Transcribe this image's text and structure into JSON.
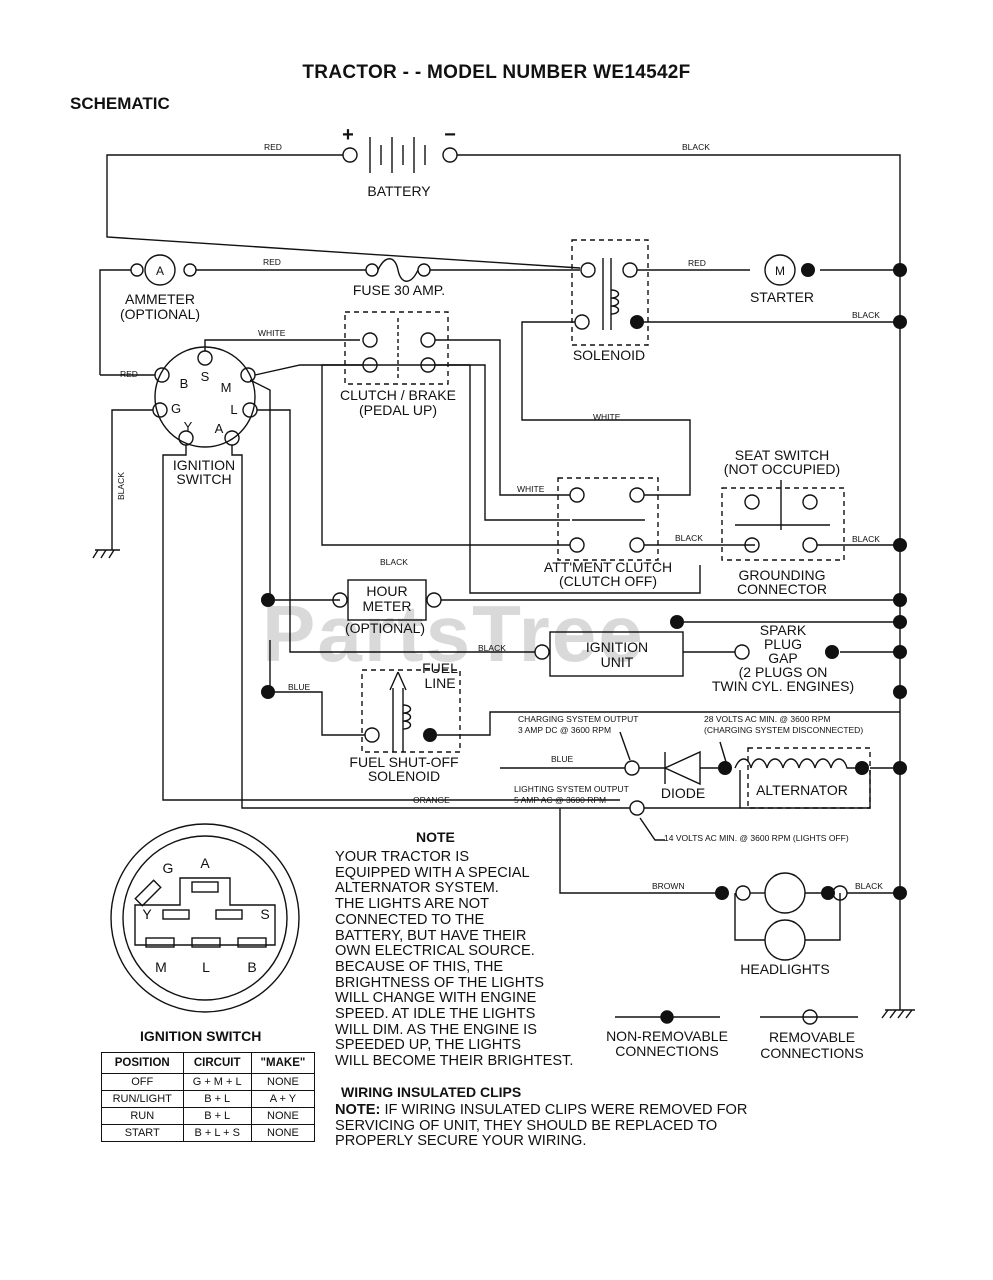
{
  "title": "TRACTOR - - MODEL NUMBER WE14542F",
  "section": "SCHEMATIC",
  "watermark": "PartsTree",
  "components": {
    "battery": "BATTERY",
    "ammeter": "AMMETER",
    "ammeter_optional": "(OPTIONAL)",
    "fuse": "FUSE 30 AMP.",
    "solenoid": "SOLENOID",
    "starter": "STARTER",
    "clutch_brake": "CLUTCH / BRAKE",
    "clutch_brake_sub": "(PEDAL UP)",
    "ignition_switch_1": "IGNITION",
    "ignition_switch_2": "SWITCH",
    "seat_switch": "SEAT SWITCH",
    "seat_switch_sub": "(NOT OCCUPIED)",
    "attment_clutch": "ATT'MENT CLUTCH",
    "attment_clutch_sub": "(CLUTCH OFF)",
    "grounding_1": "GROUNDING",
    "grounding_2": "CONNECTOR",
    "hour_meter_1": "HOUR",
    "hour_meter_2": "METER",
    "hour_meter_sub": "(OPTIONAL)",
    "ignition_unit_1": "IGNITION",
    "ignition_unit_2": "UNIT",
    "spark_1": "SPARK",
    "spark_2": "PLUG",
    "spark_3": "GAP",
    "spark_4": "(2 PLUGS ON",
    "spark_5": "TWIN CYL. ENGINES)",
    "fuel_1": "FUEL",
    "fuel_2": "LINE",
    "fuel_sol_1": "FUEL SHUT-OFF",
    "fuel_sol_2": "SOLENOID",
    "diode": "DIODE",
    "alternator": "ALTERNATOR",
    "headlights": "HEADLIGHTS",
    "charge_out_1": "CHARGING SYSTEM OUTPUT",
    "charge_out_2": "3 AMP DC @ 3600 RPM",
    "ac28_1": "28 VOLTS AC MIN. @ 3600 RPM",
    "ac28_2": "(CHARGING SYSTEM DISCONNECTED)",
    "light_out_1": "LIGHTING SYSTEM OUTPUT",
    "light_out_2": "5 AMP AC @ 3600 RPM",
    "ac14": "14 VOLTS AC MIN. @ 3600 RPM (LIGHTS OFF)",
    "plus": "+",
    "minus": "−"
  },
  "terminals": {
    "b": "B",
    "s": "S",
    "m": "M",
    "g": "G",
    "l": "L",
    "y": "Y",
    "a": "A",
    "meter_a": "A",
    "starter_m": "M"
  },
  "wire_colors": {
    "red": "RED",
    "black": "BLACK",
    "white": "WHITE",
    "blue": "BLUE",
    "orange": "ORANGE",
    "brown": "BROWN"
  },
  "legend": {
    "non_removable_1": "NON-REMOVABLE",
    "non_removable_2": "CONNECTIONS",
    "removable_1": "REMOVABLE",
    "removable_2": "CONNECTIONS"
  },
  "note": {
    "title": "NOTE",
    "lines": [
      "YOUR TRACTOR IS",
      "EQUIPPED WITH A SPECIAL",
      "ALTERNATOR SYSTEM.",
      "THE LIGHTS ARE NOT",
      "CONNECTED TO THE",
      "BATTERY, BUT HAVE THEIR",
      "OWN ELECTRICAL SOURCE.",
      "BECAUSE OF THIS, THE",
      "BRIGHTNESS OF THE LIGHTS",
      "WILL CHANGE WITH ENGINE",
      "SPEED.  AT IDLE THE LIGHTS",
      "WILL DIM.  AS THE ENGINE IS",
      "SPEEDED UP, THE LIGHTS",
      "WILL BECOME THEIR BRIGHTEST."
    ]
  },
  "ignition_switch": {
    "title": "IGNITION SWITCH",
    "face_letters": {
      "g": "G",
      "a": "A",
      "y": "Y",
      "s": "S",
      "m": "M",
      "l": "L",
      "b": "B"
    },
    "headers": [
      "POSITION",
      "CIRCUIT",
      "\"MAKE\""
    ],
    "rows": [
      [
        "OFF",
        "G + M + L",
        "NONE"
      ],
      [
        "RUN/LIGHT",
        "B + L",
        "A + Y"
      ],
      [
        "RUN",
        "B + L",
        "NONE"
      ],
      [
        "START",
        "B + L + S",
        "NONE"
      ]
    ]
  },
  "clips": {
    "title": "WIRING INSULATED CLIPS",
    "note_label": "NOTE:",
    "line1": " IF WIRING INSULATED CLIPS WERE REMOVED FOR",
    "line2": "SERVICING OF UNIT, THEY SHOULD BE REPLACED TO",
    "line3": "PROPERLY SECURE YOUR WIRING."
  }
}
